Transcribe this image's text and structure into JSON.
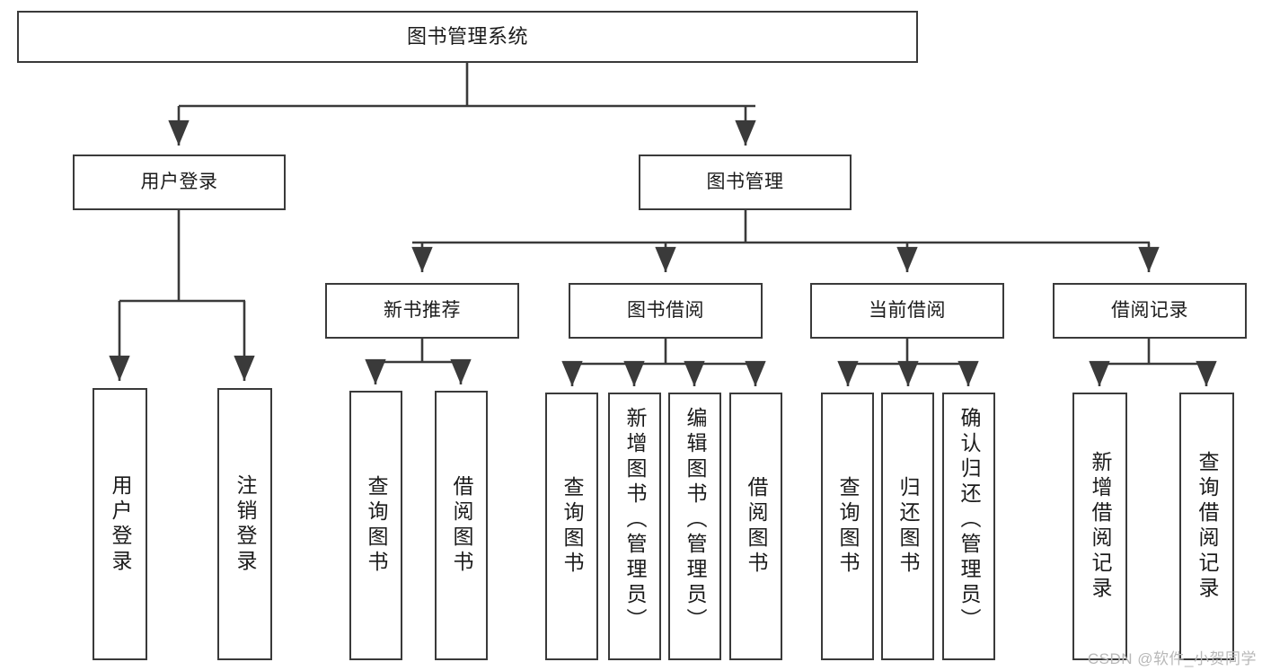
{
  "diagram": {
    "title": "图书管理系统",
    "type": "tree-hierarchy-diagram",
    "theme": {
      "box_border": "#3a3a3a",
      "box_fill": "#ffffff",
      "line": "#3a3a3a",
      "text": "#1b1b1b",
      "background": "#ffffff",
      "watermark_color": "#b8b8b8"
    },
    "root": {
      "label": "图书管理系统"
    },
    "level2": [
      {
        "label": "用户登录"
      },
      {
        "label": "图书管理"
      }
    ],
    "level3": [
      {
        "label": "新书推荐"
      },
      {
        "label": "图书借阅"
      },
      {
        "label": "当前借阅"
      },
      {
        "label": "借阅记录"
      }
    ],
    "leaves": {
      "user_login": [
        {
          "label": "用户登录"
        },
        {
          "label": "注销登录"
        }
      ],
      "new_book_recommend": [
        {
          "label": "查询图书"
        },
        {
          "label": "借阅图书"
        }
      ],
      "book_borrow": [
        {
          "label": "查询图书"
        },
        {
          "label": "新增图书（管理员）"
        },
        {
          "label": "编辑图书（管理员）"
        },
        {
          "label": "借阅图书"
        }
      ],
      "current_borrow": [
        {
          "label": "查询图书"
        },
        {
          "label": "归还图书"
        },
        {
          "label": "确认归还（管理员）"
        }
      ],
      "borrow_record": [
        {
          "label": "新增借阅记录"
        },
        {
          "label": "查询借阅记录"
        }
      ]
    }
  },
  "watermark": {
    "text": "CSDN @软件_小贺同学"
  }
}
